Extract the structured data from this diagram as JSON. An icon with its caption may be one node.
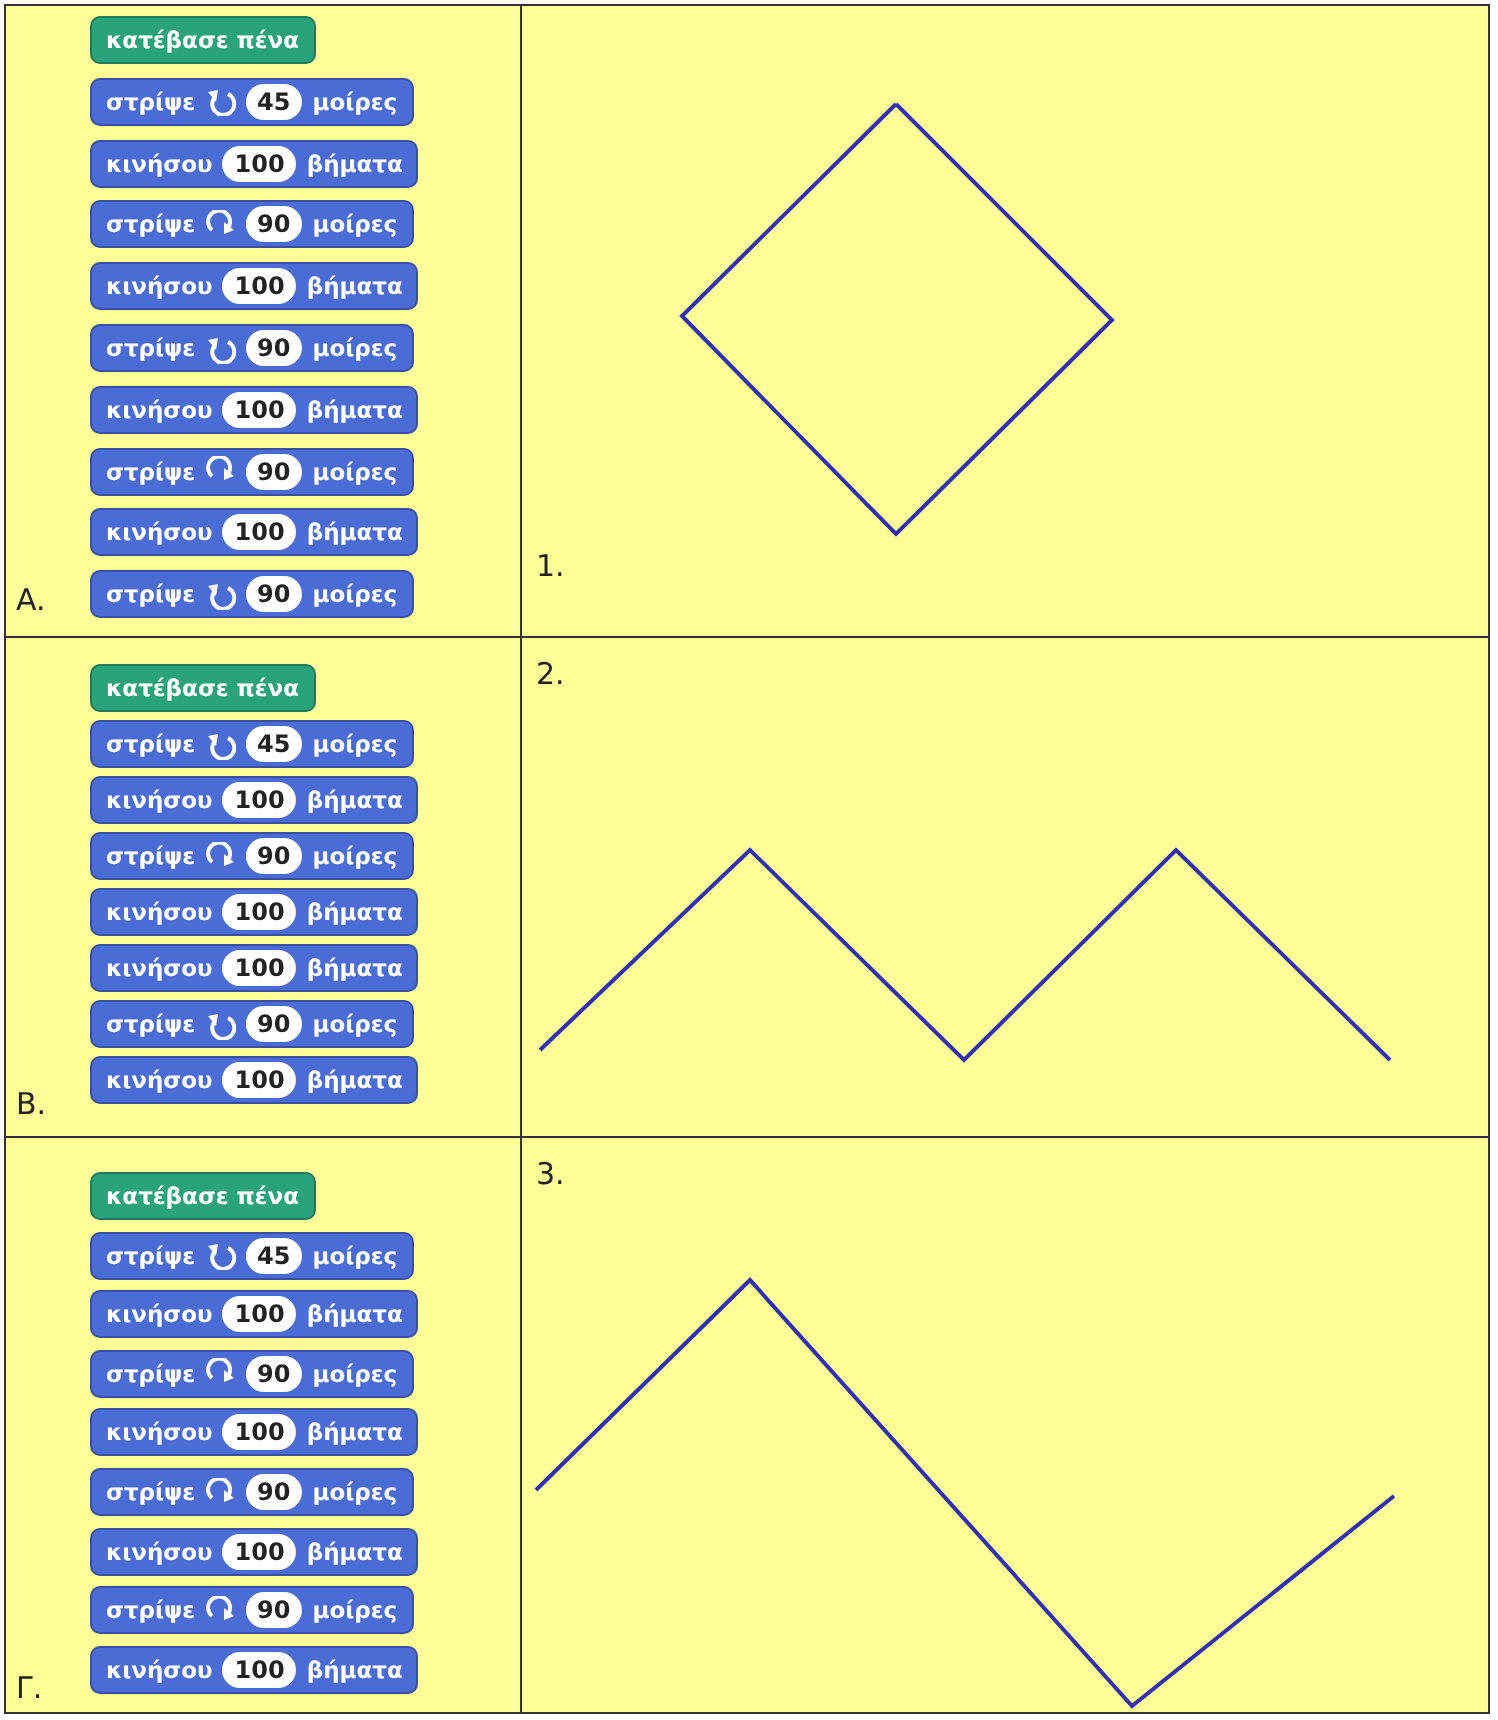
{
  "diagram": {
    "nodes": [
      {
        "text": [
          "κατέβασε πένα"
        ]
      },
      {
        "text": [
          "στρίψε",
          "45",
          "μοίρες"
        ]
      },
      {
        "text": [
          "κινήσου",
          "100",
          "βήματα"
        ]
      },
      {
        "text": [
          "στρίψε",
          "90",
          "μοίρες"
        ]
      },
      {
        "text": [
          "κινήσου",
          "100",
          "βήματα"
        ]
      },
      {
        "text": [
          "στρίψε",
          "90",
          "μοίρες"
        ]
      },
      {
        "text": [
          "κινήσου",
          "100",
          "βήματα"
        ]
      },
      {
        "text": [
          "στρίψε",
          "90",
          "μοίρες"
        ]
      },
      {
        "text": [
          "κινήσου",
          "100",
          "βήματα"
        ]
      },
      {
        "text": [
          "στρίψε",
          "90",
          "μοίρες"
        ]
      },
      {
        "text": [
          "κατέβασε πένα"
        ]
      },
      {
        "text": [
          "στρίψε",
          "45",
          "μοίρες"
        ]
      },
      {
        "text": [
          "κινήσου",
          "100",
          "βήματα"
        ]
      },
      {
        "text": [
          "στρίψε",
          "90",
          "μοίρες"
        ]
      },
      {
        "text": [
          "κινήσου",
          "100",
          "βήματα"
        ]
      },
      {
        "text": [
          "κινήσου",
          "100",
          "βήματα"
        ]
      },
      {
        "text": [
          "στρίψε",
          "90",
          "μοίρες"
        ]
      },
      {
        "text": [
          "κινήσου",
          "100",
          "βήματα"
        ]
      },
      {
        "text": [
          "κατέβασε πένα"
        ]
      },
      {
        "text": [
          "στρίψε",
          "45",
          "μοίρες"
        ]
      },
      {
        "text": [
          "κινήσου",
          "100",
          "βήματα"
        ]
      },
      {
        "text": [
          "στρίψε",
          "90",
          "μοίρες"
        ]
      },
      {
        "text": [
          "κινήσου",
          "100",
          "βήματα"
        ]
      },
      {
        "text": [
          "στρίψε",
          "90",
          "μοίρες"
        ]
      },
      {
        "text": [
          "κινήσου",
          "100",
          "βήματα"
        ]
      },
      {
        "text": [
          "στρίψε",
          "90",
          "μοίρες"
        ]
      },
      {
        "text": [
          "κινήσου",
          "100",
          "βήματα"
        ]
      }
    ],
    "labels": [
      "A.",
      "1.",
      "B.",
      "2.",
      "Γ.",
      "3."
    ]
  }
}
